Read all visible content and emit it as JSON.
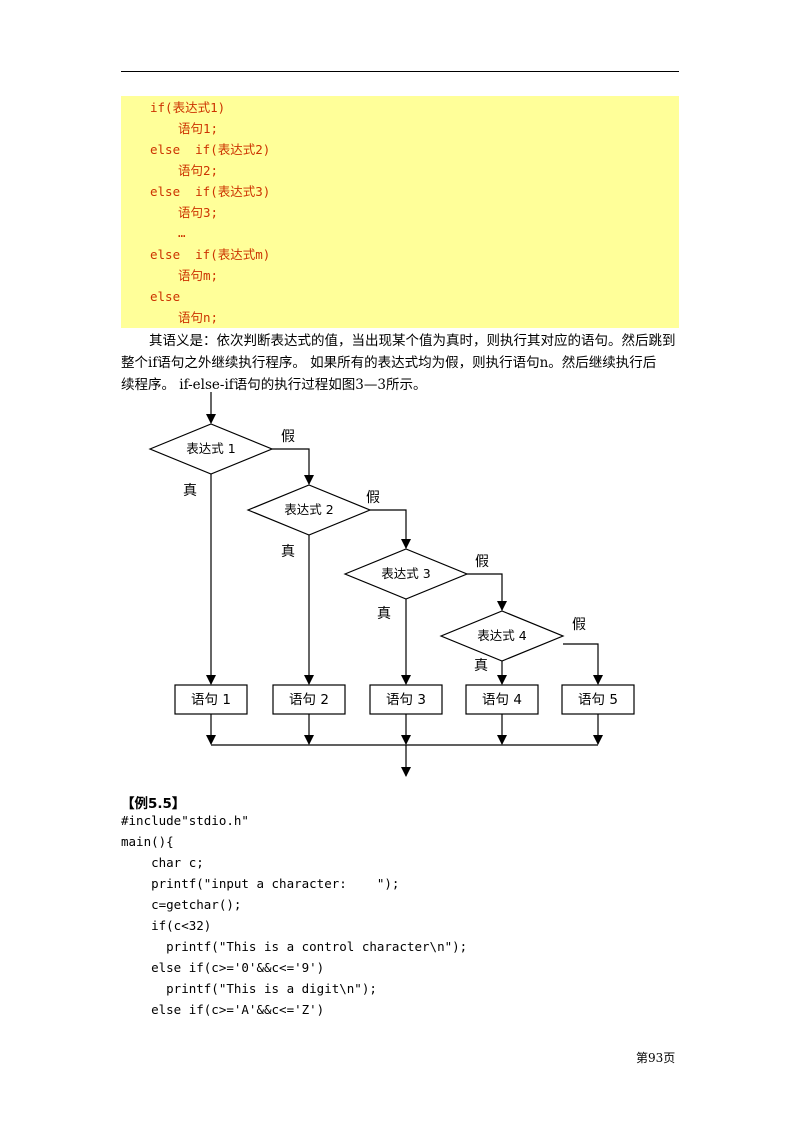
{
  "code_block": {
    "lines": [
      "if(表达式1)",
      "语句1;",
      "else  if(表达式2)",
      "语句2;",
      "else  if(表达式3)",
      "语句3;",
      "…",
      "else  if(表达式m)",
      "语句m;",
      "else",
      "语句n;"
    ]
  },
  "paragraph": {
    "lines": [
      "其语义是：依次判断表达式的值，当出现某个值为真时，则执行其对应的语句。然后跳到",
      "整个if语句之外继续执行程序。 如果所有的表达式均为假，则执行语句n。然后继续执行后",
      "续程序。 if-else-if语句的执行过程如图3—3所示。"
    ]
  },
  "flowchart": {
    "conditions": [
      "表达式 1",
      "表达式 2",
      "表达式 3",
      "表达式 4"
    ],
    "statements": [
      "语句 1",
      "语句 2",
      "语句 3",
      "语句 4",
      "语句 5"
    ],
    "true_label": "真",
    "false_label": "假"
  },
  "example": {
    "title": "【例5.5】",
    "lines": [
      "#include\"stdio.h\"",
      "main(){",
      "    char c;",
      "    printf(\"input a character:    \");",
      "    c=getchar();",
      "    if(c<32)",
      "      printf(\"This is a control character\\n\");",
      "    else if(c>='0'&&c<='9')",
      "      printf(\"This is a digit\\n\");",
      "    else if(c>='A'&&c<='Z')"
    ]
  },
  "footer": {
    "page_number": "第93页"
  }
}
